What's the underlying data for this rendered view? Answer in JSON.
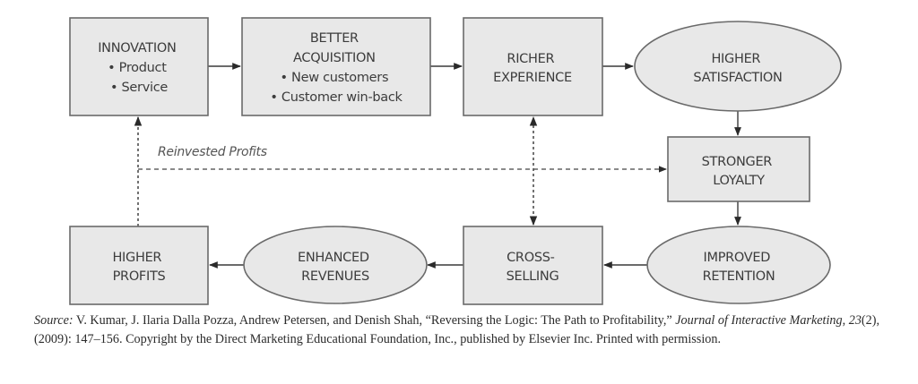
{
  "diagram": {
    "nodes": {
      "innovation": {
        "shape": "rectangle",
        "lines": [
          "INNOVATION",
          "• Product",
          "• Service"
        ]
      },
      "better_acquisition": {
        "shape": "rectangle",
        "lines": [
          "BETTER",
          "ACQUISITION",
          "• New customers",
          "• Customer win-back"
        ]
      },
      "richer_experience": {
        "shape": "rectangle",
        "lines": [
          "RICHER",
          "EXPERIENCE"
        ]
      },
      "higher_satisfaction": {
        "shape": "ellipse",
        "lines": [
          "HIGHER",
          "SATISFACTION"
        ]
      },
      "stronger_loyalty": {
        "shape": "rectangle",
        "lines": [
          "STRONGER",
          "LOYALTY"
        ]
      },
      "improved_retention": {
        "shape": "ellipse",
        "lines": [
          "IMPROVED",
          "RETENTION"
        ]
      },
      "cross_selling": {
        "shape": "rectangle",
        "lines": [
          "CROSS-",
          "SELLING"
        ]
      },
      "enhanced_revenues": {
        "shape": "ellipse",
        "lines": [
          "ENHANCED",
          "REVENUES"
        ]
      },
      "higher_profits": {
        "shape": "rectangle",
        "lines": [
          "HIGHER",
          "PROFITS"
        ]
      }
    },
    "edges": [
      {
        "from": "innovation",
        "to": "better_acquisition",
        "style": "solid"
      },
      {
        "from": "better_acquisition",
        "to": "richer_experience",
        "style": "solid"
      },
      {
        "from": "richer_experience",
        "to": "higher_satisfaction",
        "style": "solid"
      },
      {
        "from": "higher_satisfaction",
        "to": "stronger_loyalty",
        "style": "solid"
      },
      {
        "from": "stronger_loyalty",
        "to": "improved_retention",
        "style": "solid"
      },
      {
        "from": "improved_retention",
        "to": "cross_selling",
        "style": "solid"
      },
      {
        "from": "cross_selling",
        "to": "enhanced_revenues",
        "style": "solid"
      },
      {
        "from": "enhanced_revenues",
        "to": "higher_profits",
        "style": "solid"
      },
      {
        "from": "higher_profits",
        "to": "innovation",
        "style": "dashed",
        "label": "Reinvested Profits"
      },
      {
        "from": "higher_profits",
        "to": "stronger_loyalty",
        "style": "dashed"
      },
      {
        "from": "cross_selling",
        "to": "richer_experience",
        "style": "dashed",
        "bidirectional": true
      }
    ],
    "reinvested_label": "Reinvested Profits"
  },
  "caption": {
    "source_label": "Source:",
    "authors": " V. Kumar, J. Ilaria Dalla Pozza, Andrew Petersen, and Denish Shah, “Reversing the Logic: The Path to Profitability,” ",
    "journal": "Journal of Interactive Marketing",
    "volume_sep": ", ",
    "volume": "23",
    "rest": "(2), (2009): 147–156. Copyright by the Direct Marketing Educational Foundation, Inc., published by Elsevier Inc. Printed with permission."
  }
}
